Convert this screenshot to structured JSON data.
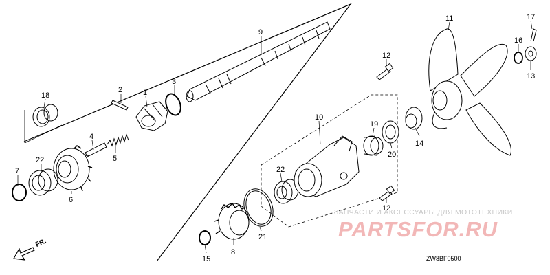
{
  "diagram": {
    "watermark_caption": "ЗАПЧАСТИ И АКСЕССУАРЫ ДЛЯ МОТОТЕХНИКИ",
    "watermark_logo": "PARTSFOR.RU",
    "drawing_code": "ZW8BF0500",
    "direction_label": "FR.",
    "callouts": {
      "c1": "1",
      "c2": "2",
      "c3": "3",
      "c4": "4",
      "c5": "5",
      "c6": "6",
      "c7": "7",
      "c8": "8",
      "c9": "9",
      "c10": "10",
      "c11": "11",
      "c12a": "12",
      "c12b": "12",
      "c13": "13",
      "c14": "14",
      "c15": "15",
      "c16": "16",
      "c17": "17",
      "c18": "18",
      "c19": "19",
      "c20": "20",
      "c21": "21",
      "c22a": "22",
      "c22b": "22"
    }
  }
}
